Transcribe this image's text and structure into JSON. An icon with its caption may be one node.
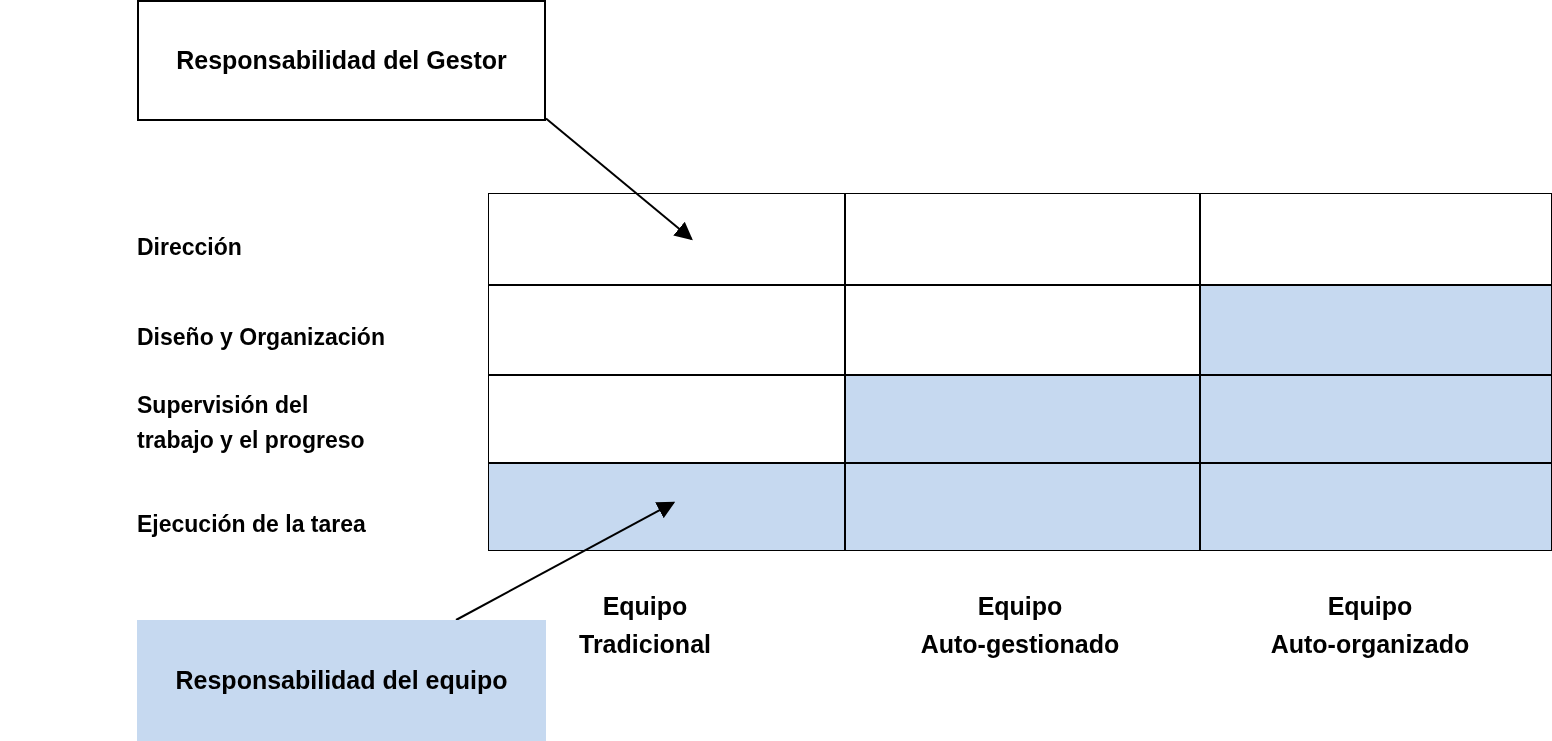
{
  "diagram": {
    "nodes": [
      {
        "text": [
          "Responsabilidad del Gestor"
        ]
      },
      {
        "text": [
          "Responsabilidad del equipo"
        ]
      },
      {
        "text": [],
        "shape": "box"
      },
      {
        "text": [],
        "shape": "box"
      },
      {
        "text": [],
        "shape": "box"
      },
      {
        "text": [],
        "shape": "box"
      },
      {
        "text": [],
        "shape": "box"
      },
      {
        "text": [],
        "shape": "box"
      },
      {
        "text": [],
        "shape": "box"
      },
      {
        "text": [],
        "shape": "box"
      },
      {
        "text": [],
        "shape": "box"
      },
      {
        "text": [],
        "shape": "box"
      },
      {
        "text": [],
        "shape": "box"
      },
      {
        "text": [],
        "shape": "box"
      }
    ],
    "edges": [
      {
        "from": 0,
        "to": 2,
        "arrow": "to"
      },
      {
        "from": 1,
        "to": 11,
        "arrow": "to"
      }
    ],
    "labels": [
      "Dirección",
      "Diseño y Organización",
      "Supervisión del trabajo y el progreso",
      "Ejecución de la tarea",
      "Equipo Tradicional",
      "Equipo Auto-gestionado",
      "Equipo Auto-organizado"
    ]
  }
}
